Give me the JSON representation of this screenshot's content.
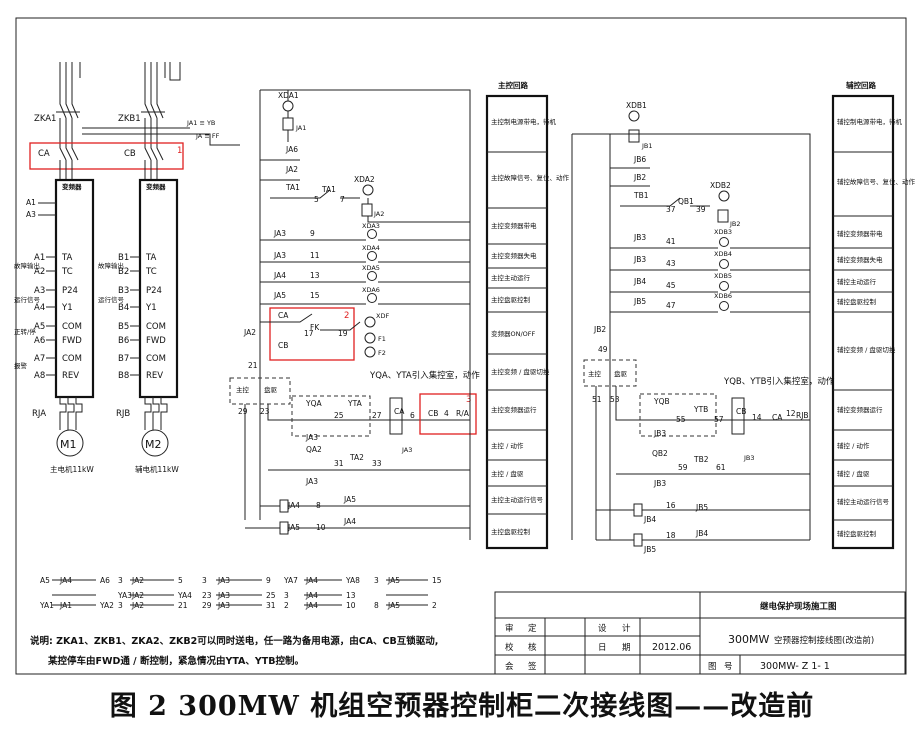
{
  "caption": "图 2  300MW 机组空预器控制柜二次接线图——改造前",
  "main_loop_title": "主控回路",
  "aux_loop_title": "辅控回路",
  "main_panel": [
    "主控制电源带电，待机",
    "主控故障信号、复位、动作",
    "主控变频器带电",
    "主控变频器失电",
    "主控主动运行",
    "主控盘驱控制",
    "变频器ON/OFF",
    "主控变频 / 盘驱切换",
    "主控变频器运行",
    "主控 / 动作",
    "主控 / 盘驱",
    "主控主动运行信号",
    "主控盘驱控制"
  ],
  "aux_panel": [
    "辅控制电源带电，待机",
    "辅控故障信号、复位、动作",
    "辅控变频器带电",
    "辅控变频器失电",
    "辅控主动运行",
    "辅控盘驱控制",
    "辅控变频 / 盘驱切换",
    "辅控变频器运行",
    "辅控 / 动作",
    "辅控 / 盘驱",
    "辅控主动运行信号",
    "辅控盘驱控制"
  ],
  "title_block": {
    "company": "继电保护现场施工图",
    "drawing_title_main": "300MW",
    "drawing_title_sub": "空预器控制接线图(改造前)",
    "rows": [
      {
        "k": "审",
        "v": "定",
        "k2": "设",
        "v2": "计"
      },
      {
        "k": "校",
        "v": "核",
        "k2": "日",
        "v2": "期"
      },
      {
        "k": "会",
        "v": "签",
        "k2": "",
        "v2": ""
      }
    ],
    "date": "2012.06",
    "drawing_no_label_1": "图",
    "drawing_no_label_2": "号",
    "drawing_no": "300MW- Z 1- 1"
  },
  "notes": {
    "line1": "说明: ZKA1、ZKB1、ZKA2、ZKB2可以同时送电，任一路为备用电源，由CA、CB互锁驱动,",
    "line2": "某控停车由FWD通 / 断控制，紧急情况由YTA、YTB控制。"
  },
  "motors": {
    "m1": "M1",
    "m1_label": "主电机11kW",
    "m2": "M2",
    "m2_label": "辅电机11kW",
    "rja": "RJA",
    "rjb": "RJB"
  },
  "breakers": {
    "zka": "ZKA1",
    "zkb": "ZKB1",
    "ca": "CA",
    "cb": "CB"
  },
  "vfd_label": "变频器",
  "vfd_a_terms": [
    "A1",
    "A2",
    "A3",
    "A4",
    "A5",
    "A6",
    "A7",
    "A8"
  ],
  "vfd_b_terms": [
    "B1",
    "B2",
    "B3",
    "B4",
    "B5",
    "B6",
    "B7",
    "B8"
  ],
  "vfd_funcs": [
    "TA",
    "TC",
    "P24",
    "Y1",
    "COM",
    "FWD",
    "COM",
    "REV"
  ],
  "side_labels_a": [
    "故障输出",
    "运行信号",
    "正转/停",
    "报警"
  ],
  "callouts": [
    "1",
    "2",
    "3"
  ],
  "main_rows": [
    "JA3",
    "JA3",
    "JA4",
    "JA5"
  ],
  "main_nums": [
    "9",
    "11",
    "13",
    "15"
  ],
  "main_leds": [
    "XDA3",
    "XDA4",
    "XDA5",
    "XDA6"
  ],
  "aux_rows": [
    "JB3",
    "JB3",
    "JB4",
    "JB5"
  ],
  "aux_nums": [
    "41",
    "43",
    "45",
    "47"
  ],
  "aux_leds": [
    "XDB3",
    "XDB4",
    "XDB5",
    "XDB6"
  ],
  "misc": {
    "xda1": "XDA1",
    "ja1": "JA1",
    "xdb1": "XDB1",
    "jb1": "JB1",
    "ja6": "JA6",
    "ja2": "JA2",
    "ta1": "TA1",
    "xda2": "XDA2",
    "jb6": "JB6",
    "jb2": "JB2",
    "tb1": "TB1",
    "qb1": "QB1",
    "xdb2": "XDB2",
    "xdf": "XDF",
    "f1": "F1",
    "f2": "F2",
    "fk": "FK",
    "yqa_title": "YQA、YTA引入集控室，动作",
    "yqb_title": "YQB、YTB引入集控室，动作",
    "yqa": "YQA",
    "yta": "YTA",
    "yqb": "YQB",
    "ytb": "YTB",
    "qa2": "QA2",
    "ta2": "TA2",
    "qb2": "QB2",
    "tb2": "TB2",
    "ja4": "JA4",
    "ja5": "JA5",
    "jb4": "JB4",
    "jb5": "JB5",
    "ra": "R/A",
    "jb2b": "JB2",
    "ja3": "JA3",
    "jb3": "JB3"
  },
  "terminal_table": [
    [
      "A5",
      "JA4",
      "A6",
      "3",
      "JA2",
      "5",
      "3",
      "JA3",
      "9",
      "YA7",
      "JA4",
      "YA8",
      "3",
      "JA5",
      "15"
    ],
    [
      "",
      "",
      "",
      "YA3",
      "JA2",
      "YA4",
      "23",
      "JA3",
      "25",
      "3",
      "JA4",
      "13",
      "",
      "",
      ""
    ],
    [
      "YA1",
      "JA1",
      "YA2",
      "3",
      "JA2",
      "21",
      "29",
      "JA3",
      "31",
      "2",
      "JA4",
      "10",
      "8",
      "JA5",
      "2"
    ]
  ]
}
